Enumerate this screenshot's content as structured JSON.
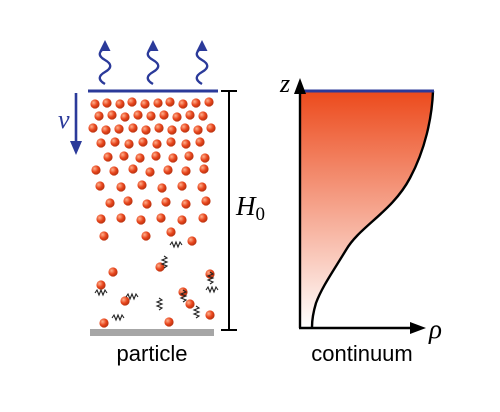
{
  "labels": {
    "velocity": "v",
    "height": "H",
    "height_subscript": "0",
    "axis_z": "z",
    "axis_rho": "ρ",
    "left_caption": "particle",
    "right_caption": "continuum"
  },
  "colors": {
    "surface_line": "#2b3a9a",
    "evaporation_arrows": "#2b3a9a",
    "velocity_arrow": "#2b3a9a",
    "particle_fill": "#e8451c",
    "particle_highlight": "#ffb08c",
    "substrate": "#a6a6a6",
    "density_top": "#ec4a1c",
    "density_bottom": "#ffffff",
    "axis": "#000000",
    "squiggle": "#222222"
  },
  "icons": [
    "evaporation-wavy-arrow-icon",
    "down-arrow-icon",
    "brownian-motion-squiggle-icon"
  ]
}
